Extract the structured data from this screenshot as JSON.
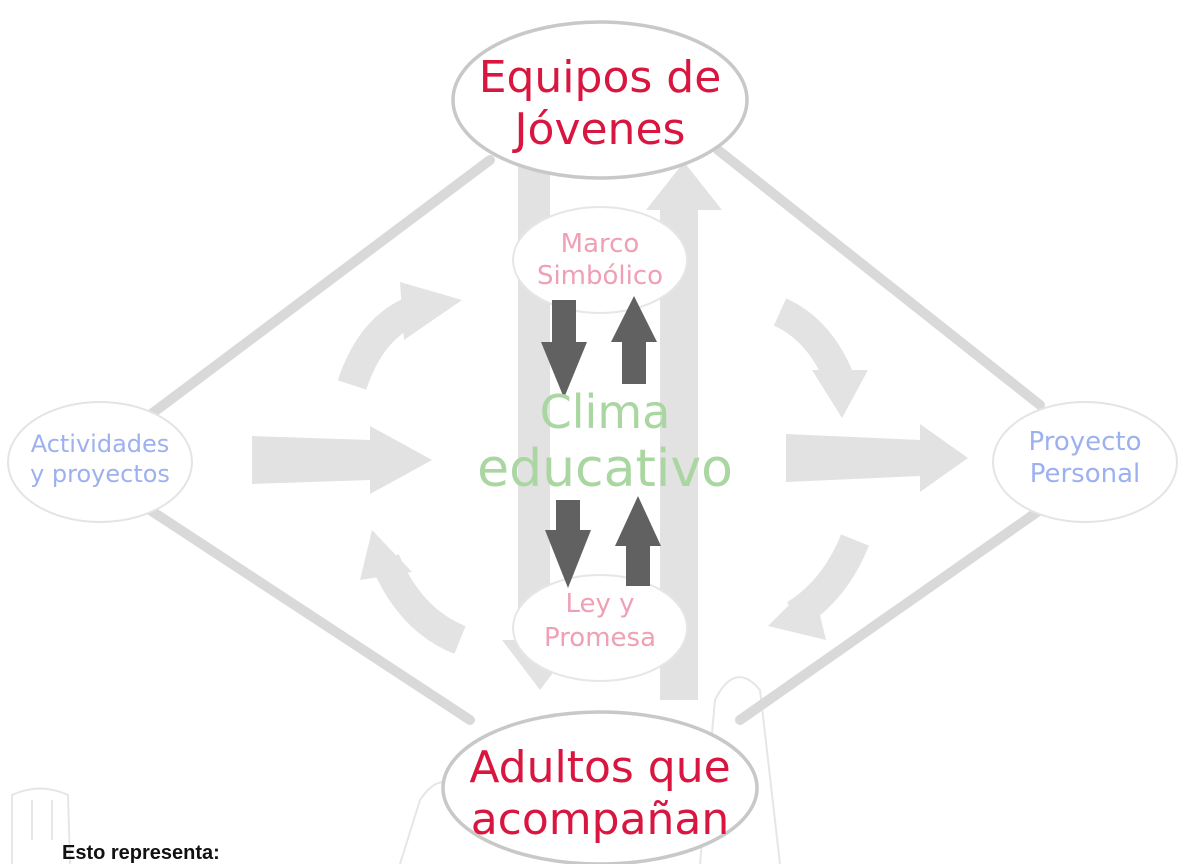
{
  "colors": {
    "frame": "#d9d9d9",
    "ellipse_stroke": "#c8c8c8",
    "ellipse_faint_stroke": "#e4e4e4",
    "arrow_light": "#e2e2e2",
    "arrow_dark": "#616161",
    "main_text": "#d8163f",
    "pink_text": "#f0a0b4",
    "blue_text": "#9db0f0",
    "green_text": "#a9d6a1"
  },
  "nodes": {
    "top": {
      "line1": "Equipos de",
      "line2": "Jóvenes"
    },
    "bottom": {
      "line1": "Adultos que",
      "line2": "acompañan"
    },
    "left": {
      "line1": "Actividades",
      "line2": "y proyectos"
    },
    "right": {
      "line1": "Proyecto",
      "line2": "Personal"
    },
    "inner_top": {
      "line1": "Marco",
      "line2": "Simbólico"
    },
    "inner_bottom": {
      "line1": "Ley y",
      "line2": "Promesa"
    },
    "center": {
      "line1": "Clima",
      "line2": "educativo"
    }
  },
  "footer": {
    "text": "Esto representa:"
  }
}
